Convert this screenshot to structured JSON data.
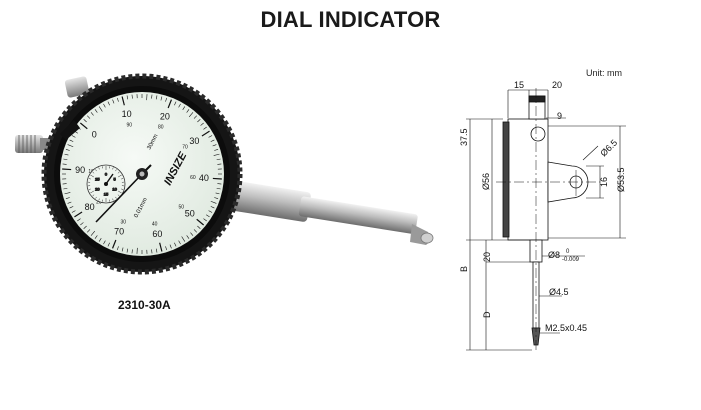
{
  "title": "DIAL INDICATOR",
  "model": "2310-30A",
  "unit_label": "Unit: mm",
  "dial": {
    "brand": "INSIZE",
    "range": "30mm",
    "resolution": "0.01mm",
    "outer_numbers": [
      "0",
      "10",
      "20",
      "30",
      "40",
      "50",
      "60",
      "70",
      "80",
      "90"
    ],
    "inner_numbers": [
      "90",
      "80",
      "70",
      "60",
      "50",
      "40",
      "30",
      "20",
      "10"
    ],
    "small_dial_numbers": [
      "0",
      "5",
      "10",
      "15",
      "20",
      "25"
    ]
  },
  "dimensions": {
    "d15": "15",
    "d20_top": "20",
    "d9": "9",
    "d37_5": "37.5",
    "d56": "Ø56",
    "d6_5": "Ø6.5",
    "d53_5": "Ø53.5",
    "d16": "16",
    "d8": "Ø8",
    "d8_tol_upper": "0",
    "d8_tol_lower": "-0.009",
    "d20_side": "20",
    "dB": "B",
    "d4_5": "Ø4.5",
    "dD": "D",
    "m2_5": "M2.5x0.45"
  }
}
